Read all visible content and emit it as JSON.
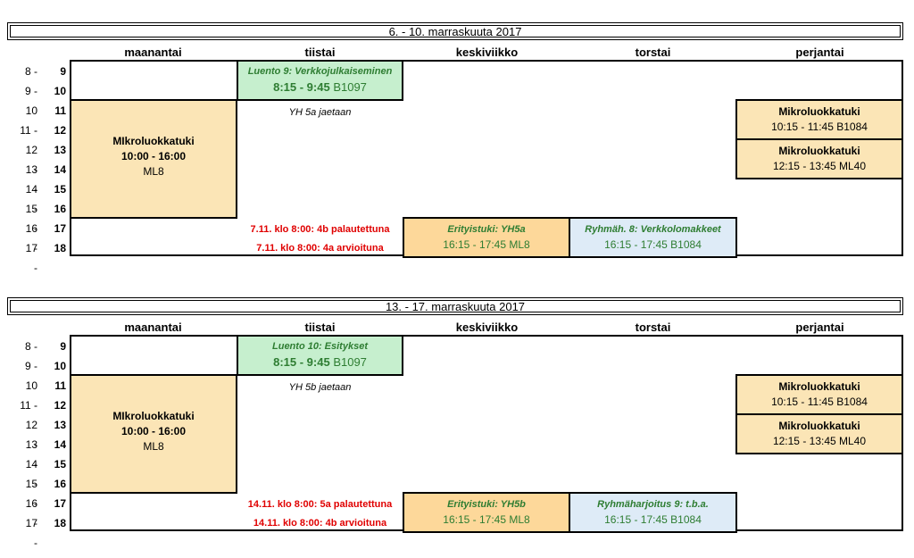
{
  "days": [
    "maanantai",
    "tiistai",
    "keskiviikko",
    "torstai",
    "perjantai"
  ],
  "hours": [
    [
      "8 -",
      "9"
    ],
    [
      "9 -",
      "10"
    ],
    [
      "10 -",
      "11"
    ],
    [
      "11 -",
      "12"
    ],
    [
      "12 -",
      "13"
    ],
    [
      "13 -",
      "14"
    ],
    [
      "14 -",
      "15"
    ],
    [
      "15 -",
      "16"
    ],
    [
      "16 -",
      "17"
    ],
    [
      "17 -",
      "18"
    ]
  ],
  "weeks": [
    {
      "title": "6. - 10. marraskuuta 2017",
      "lecture_title": "Luento 9: Verkkojulkaiseminen",
      "lecture_time": "8:15 - 9:45",
      "lecture_room": "B1097",
      "mon_title": "MIkroluokkatuki",
      "mon_time": "10:00 - 16:00",
      "mon_room": "ML8",
      "tue_note": "YH 5a jaetaan",
      "deadline1": "7.11. klo 8:00: 4b palautettuna",
      "deadline2": "7.11. klo 8:00: 4a arvioituna",
      "wed_title": "Erityistuki: YH5a",
      "wed_time": "16:15 - 17:45 ML8",
      "thu_title": "Ryhmäh. 8: Verkkolomakkeet",
      "thu_time": "16:15 - 17:45 B1084",
      "fri1_title": "Mikroluokkatuki",
      "fri1_time": "10:15 - 11:45 B1084",
      "fri2_title": "Mikroluokkatuki",
      "fri2_time": "12:15 - 13:45 ML40"
    },
    {
      "title": "13. - 17. marraskuuta 2017",
      "lecture_title": "Luento 10: Esitykset",
      "lecture_time": "8:15 - 9:45",
      "lecture_room": "B1097",
      "mon_title": "MIkroluokkatuki",
      "mon_time": "10:00 - 16:00",
      "mon_room": "ML8",
      "tue_note": "YH 5b jaetaan",
      "deadline1": "14.11. klo 8:00: 5a palautettuna",
      "deadline2": "14.11. klo 8:00: 4b arvioituna",
      "wed_title": "Erityistuki: YH5b",
      "wed_time": "16:15 - 17:45 ML8",
      "thu_title": "Ryhmäharjoitus 9: t.b.a.",
      "thu_time": "16:15 - 17:45 B1084",
      "fri1_title": "Mikroluokkatuki",
      "fri1_time": "10:15 - 11:45 B1084",
      "fri2_title": "Mikroluokkatuki",
      "fri2_time": "12:15 - 13:45 ML40"
    }
  ],
  "colors": {
    "lecture": "#c6efce",
    "support": "#fbe5b6",
    "special": "#fdd89a",
    "group": "#deebf7",
    "deadline": "#e00000"
  }
}
